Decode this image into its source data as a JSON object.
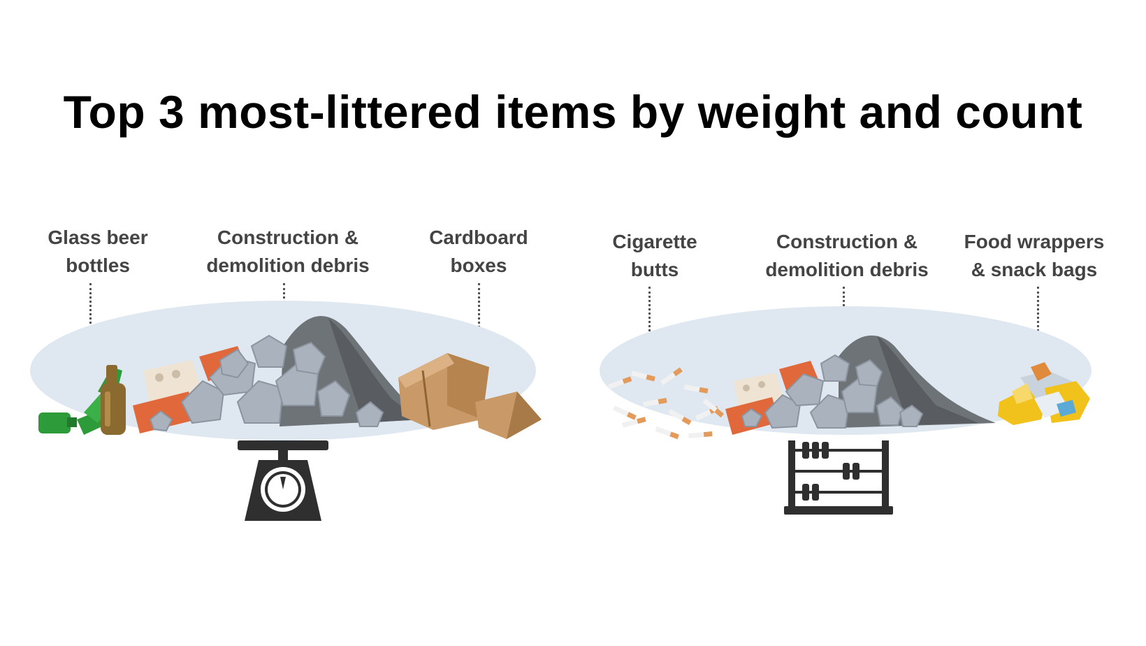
{
  "title": "Top 3 most-littered items by weight and count",
  "panels": [
    {
      "id": "weight",
      "icon": "kitchen-scale-icon",
      "items": [
        {
          "line1": "Glass beer",
          "line2": "bottles"
        },
        {
          "line1": "Construction &",
          "line2": "demolition debris"
        },
        {
          "line1": "Cardboard",
          "line2": "boxes"
        }
      ]
    },
    {
      "id": "count",
      "icon": "abacus-icon",
      "items": [
        {
          "line1": "Cigarette",
          "line2": "butts"
        },
        {
          "line1": "Construction &",
          "line2": "demolition debris"
        },
        {
          "line1": "Food wrappers",
          "line2": "& snack bags"
        }
      ]
    }
  ],
  "colors": {
    "ellipse": "#dfe8f1",
    "rock": "#aab2bd",
    "pile": "#6e7378",
    "brick": "#e0683a",
    "cardboard": "#c99a68",
    "glass_green": "#2e9b3a",
    "glass_brown": "#8a6a2e",
    "wrapper_yellow": "#f2c21c",
    "icon_dark": "#2f2f2f"
  }
}
